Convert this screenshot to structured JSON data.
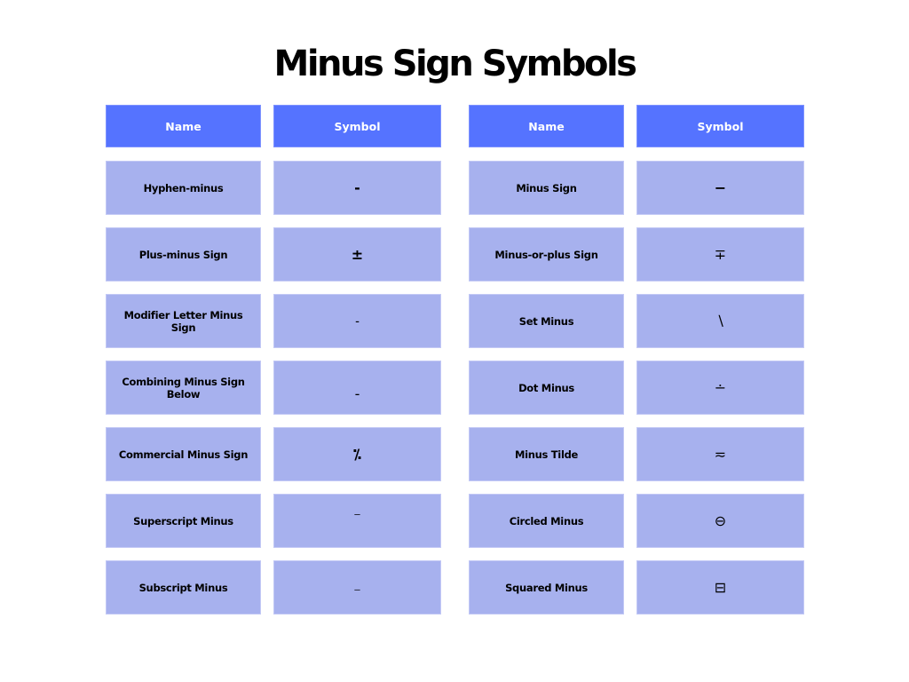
{
  "title": "Minus Sign Symbols",
  "colors": {
    "header_bg": "#5573FF",
    "cell_bg": "#A7B1EE",
    "header_text": "#FFFFFF",
    "cell_text": "#000000"
  },
  "left_table": {
    "headers": {
      "name": "Name",
      "symbol": "Symbol"
    },
    "rows": [
      {
        "name": "Hyphen-minus",
        "symbol": "-"
      },
      {
        "name": "Plus-minus Sign",
        "symbol": "±"
      },
      {
        "name": "Modifier Letter Minus Sign",
        "symbol": "˗"
      },
      {
        "name": "Combining Minus Sign Below",
        "symbol": "̠"
      },
      {
        "name": "Commercial Minus Sign",
        "symbol": "⁒"
      },
      {
        "name": "Superscript Minus",
        "symbol": "⁻"
      },
      {
        "name": "Subscript Minus",
        "symbol": "₋"
      }
    ]
  },
  "right_table": {
    "headers": {
      "name": "Name",
      "symbol": "Symbol"
    },
    "rows": [
      {
        "name": "Minus Sign",
        "symbol": "−"
      },
      {
        "name": "Minus-or-plus Sign",
        "symbol": "∓"
      },
      {
        "name": "Set Minus",
        "symbol": "∖"
      },
      {
        "name": "Dot Minus",
        "symbol": "∸"
      },
      {
        "name": "Minus Tilde",
        "symbol": "≂"
      },
      {
        "name": "Circled Minus",
        "symbol": "⊖"
      },
      {
        "name": "Squared Minus",
        "symbol": "⊟"
      }
    ]
  }
}
